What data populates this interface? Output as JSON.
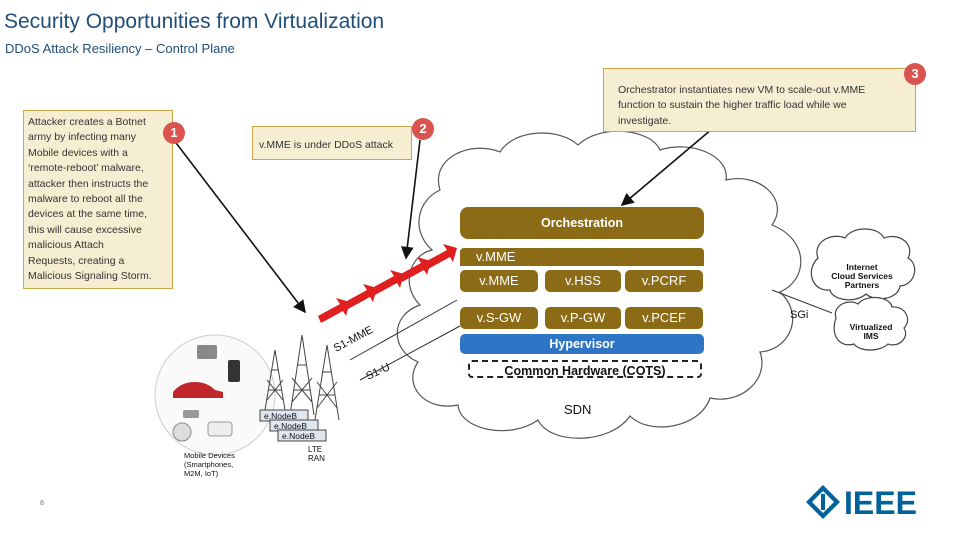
{
  "slide": {
    "title": "Security Opportunities from Virtualization",
    "subtitle": "DDoS Attack Resiliency – Control Plane",
    "slide_number": "8"
  },
  "callouts": {
    "step1": {
      "badge": "1",
      "lines": [
        "Attacker creates a Botnet",
        "army by infecting many",
        "Mobile devices with a",
        "‘remote-reboot’ malware,",
        "attacker then instructs the",
        "malware to reboot all the",
        "devices at the same time,",
        "this will cause excessive",
        "malicious Attach",
        "Requests, creating a",
        "Malicious Signaling Storm."
      ]
    },
    "step2": {
      "badge": "2",
      "text": "v.MME is under DDoS attack"
    },
    "step3": {
      "badge": "3",
      "lines": [
        "Orchestrator instantiates new VM to scale-out v.MME",
        "function to sustain the higher traffic load while we",
        "investigate."
      ]
    }
  },
  "cloud": {
    "orchestration": "Orchestration",
    "vmme_header": "v.MME",
    "functions_row1": [
      "v.MME",
      "v.HSS",
      "v.PCRF"
    ],
    "functions_row2": [
      "v.S-GW",
      "v.P-GW",
      "v.PCEF"
    ],
    "hypervisor": "Hypervisor",
    "hardware": "Common Hardware (COTS)",
    "sdn": "SDN"
  },
  "interfaces": {
    "s1_mme": "S1-MME",
    "s1_u": "S1-U",
    "sgi": "SGi"
  },
  "ran": {
    "enodebs": [
      "e.NodeB",
      "e.NodeB",
      "e.NodeB"
    ],
    "lte_ran": [
      "LTE",
      "RAN"
    ],
    "devices_caption": [
      "Mobile Devices",
      "(Smartphones,",
      "M2M, IoT)"
    ]
  },
  "external": {
    "internet_partners": [
      "Internet",
      "Cloud Services",
      "Partners"
    ],
    "virtualized_ims": [
      "Virtualized",
      "IMS"
    ]
  },
  "logo": {
    "text": "IEEE"
  },
  "colors": {
    "title": "#1f4e79",
    "callout_fill": "#f6eed2",
    "callout_border": "#c9a84a",
    "badge": "#d9534f",
    "nf_fill": "#8b6b16",
    "hypervisor": "#2e75c6",
    "attack_arrow": "#e02020",
    "ieee_blue": "#00629b"
  }
}
